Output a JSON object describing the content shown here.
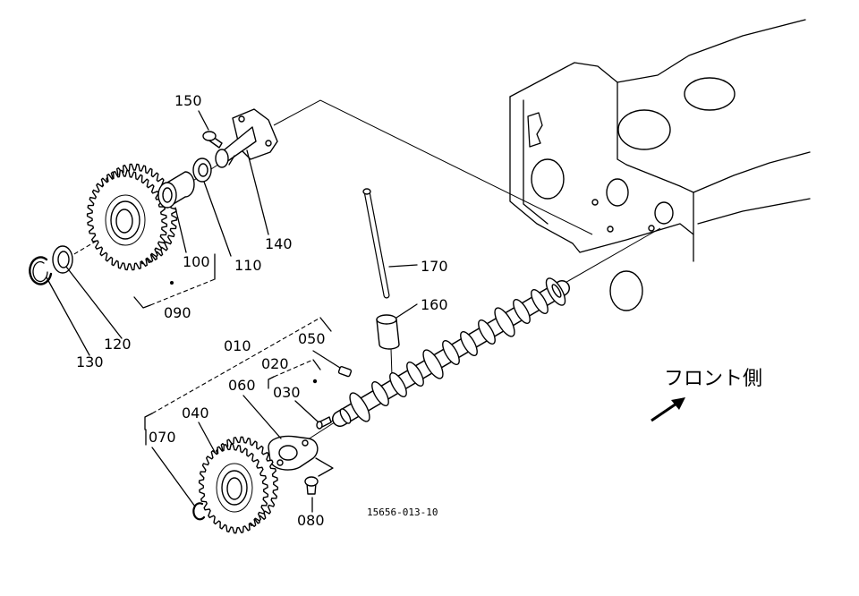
{
  "labels": {
    "p150": "150",
    "p140": "140",
    "p110": "110",
    "p100": "100",
    "p090": "090",
    "p120": "120",
    "p130": "130",
    "p170": "170",
    "p160": "160",
    "p010": "010",
    "p050": "050",
    "p020": "020",
    "p030": "030",
    "p060": "060",
    "p040": "040",
    "p070": "070",
    "p080": "080"
  },
  "direction_label": "フロント側",
  "diagram_code": "15656-013-10",
  "icons": {
    "front_direction": "arrow-up-right-icon"
  }
}
